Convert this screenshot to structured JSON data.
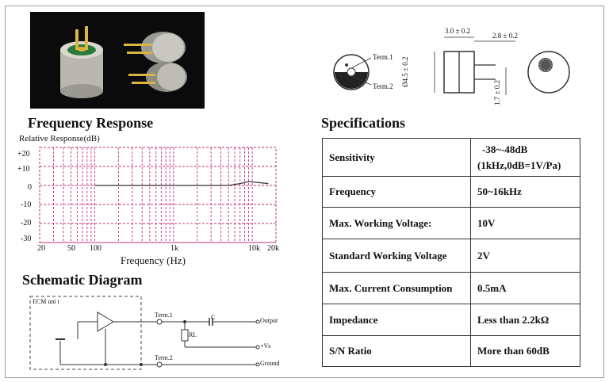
{
  "titles": {
    "frequency_response": "Frequency Response",
    "specifications": "Specifications",
    "schematic": "Schematic Diagram"
  },
  "chart": {
    "ylabel": "Relative Response(dB)",
    "xlabel": "Frequency (Hz)",
    "y_ticks": [
      "+20",
      "+10",
      "0",
      "-10",
      "-20",
      "-30"
    ],
    "x_ticks": [
      "20",
      "50",
      "100",
      "1k",
      "10k",
      "20k"
    ]
  },
  "chart_data": {
    "type": "line",
    "title": "Frequency Response",
    "xlabel": "Frequency (Hz)",
    "ylabel": "Relative Response(dB)",
    "x_scale": "log",
    "xlim": [
      20,
      20000
    ],
    "ylim": [
      -30,
      20
    ],
    "grid": true,
    "x": [
      100,
      200,
      500,
      1000,
      2000,
      5000,
      7000,
      9000,
      12000,
      16000
    ],
    "values": [
      0,
      0,
      0,
      0,
      0,
      0,
      1,
      2,
      1.5,
      1
    ]
  },
  "dimensions": {
    "term1": "Term.1",
    "term2": "Term.2",
    "top_width": "3.0 ± 0.2",
    "pin_length": "2.8 ± 0.2",
    "diameter": "Ø4.5 ± 0.2",
    "pin_spacing": "1.7 ± 0.2"
  },
  "schematic": {
    "ecm_unit": "ECM uni t",
    "term1": "Term.1",
    "term2": "Term.2",
    "capacitor": "C",
    "resistor": "RL",
    "output": "Output",
    "vs": "+Vs",
    "ground": "Ground"
  },
  "specs": [
    {
      "label": "Sensitivity",
      "value_line1": "-38~-48dB",
      "value_line2": "(1kHz,0dB=1V/Pa)"
    },
    {
      "label": "Frequency",
      "value_line1": "50~16kHz",
      "value_line2": ""
    },
    {
      "label": "Max. Working Voltage:",
      "value_line1": "10V",
      "value_line2": ""
    },
    {
      "label": "Standard Working Voltage",
      "value_line1": "2V",
      "value_line2": ""
    },
    {
      "label": "Max. Current Consumption",
      "value_line1": "0.5mA",
      "value_line2": ""
    },
    {
      "label": "Impedance",
      "value_line1": "Less than 2.2kΩ",
      "value_line2": ""
    },
    {
      "label": "S/N Ratio",
      "value_line1": "More than 60dB",
      "value_line2": ""
    }
  ]
}
